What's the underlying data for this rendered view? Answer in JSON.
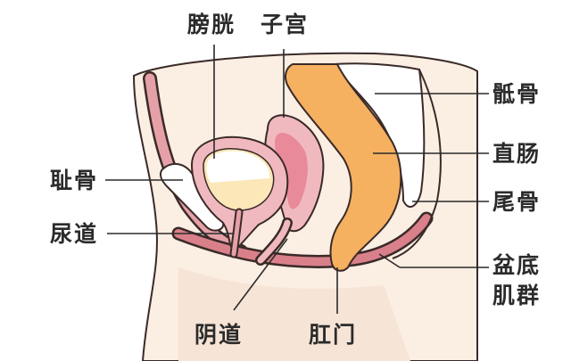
{
  "labels": {
    "bladder": "膀胱",
    "uterus": "子宫",
    "sacrum": "骶骨",
    "rectum": "直肠",
    "coccyx": "尾骨",
    "pelvic_floor_line1": "盆底",
    "pelvic_floor_line2": "肌群",
    "pubis": "耻骨",
    "urethra": "尿道",
    "vagina": "阴道",
    "anus": "肛门"
  },
  "colors": {
    "skin": "#fbeee3",
    "skin_shadow": "#f3dccb",
    "outline": "#3a2a28",
    "muscle_pink": "#d9808b",
    "muscle_light": "#f0b9bf",
    "uterus_inner": "#e98a9a",
    "rectum_orange": "#f5b060",
    "bladder_yellow": "#fbe7b8",
    "bone_white": "#ffffff"
  }
}
